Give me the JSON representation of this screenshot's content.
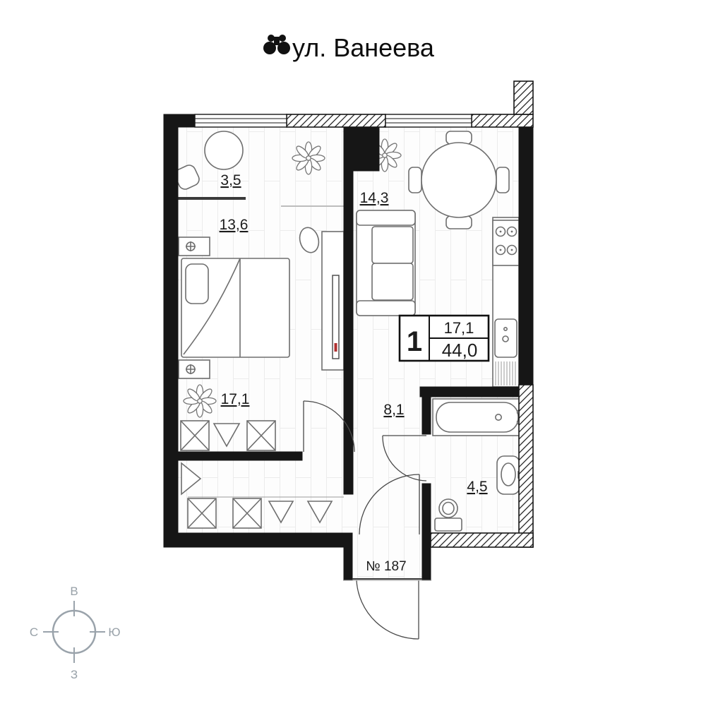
{
  "title": {
    "icon": "binoculars-icon",
    "text": "ул. Ванеева"
  },
  "rooms": {
    "wardrobe_niche": {
      "area": "3,5"
    },
    "sleeping_zone": {
      "area": "13,6"
    },
    "kitchen_living": {
      "area": "14,3"
    },
    "bedroom": {
      "area": "17,1"
    },
    "hallway": {
      "area": "8,1"
    },
    "bathroom": {
      "area": "4,5"
    }
  },
  "stamp": {
    "rooms_count": "1",
    "living_area": "17,1",
    "total_area": "44,0"
  },
  "apartment": {
    "number": "№ 187"
  },
  "compass": {
    "top": "В",
    "left": "С",
    "right": "Ю",
    "bottom": "З"
  },
  "colors": {
    "wall": "#161616",
    "furniture_line": "#6e6e6e",
    "compass": "#98a1a8",
    "floor_line": "#ececec",
    "accent_red": "#b03030"
  }
}
